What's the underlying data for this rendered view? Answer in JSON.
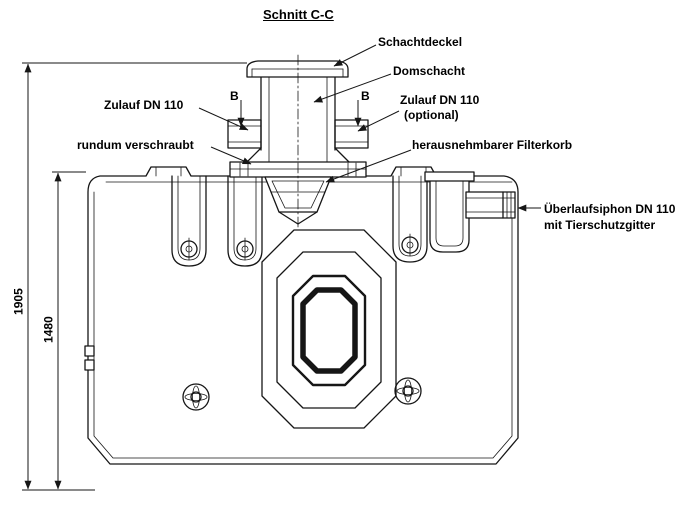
{
  "title": "Schnitt C-C",
  "labels": {
    "schachtdeckel": "Schachtdeckel",
    "domschacht": "Domschacht",
    "zulauf_left": "Zulauf DN 110",
    "zulauf_right_line1": "Zulauf DN 110",
    "zulauf_right_line2": "(optional)",
    "rundum_verschraubt": "rundum verschraubt",
    "filterkorb": "herausnehmbarer Filterkorb",
    "ueberlauf_line1": "Überlaufsiphon DN 110",
    "ueberlauf_line2": "mit Tierschutzgitter",
    "section_b": "B"
  },
  "dimensions": {
    "overall_height": "1905",
    "tank_height": "1480"
  }
}
